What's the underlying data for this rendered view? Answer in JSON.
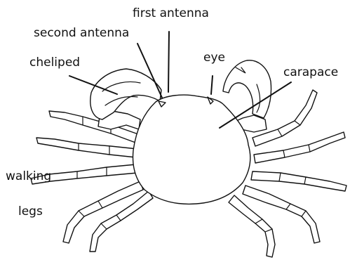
{
  "labels": {
    "first_antenna": "first antenna",
    "second_antenna": "second antenna",
    "eye": "eye",
    "cheliped": "cheliped",
    "carapace": "carapace",
    "walking_line1": "walking",
    "walking_line2": "legs"
  }
}
